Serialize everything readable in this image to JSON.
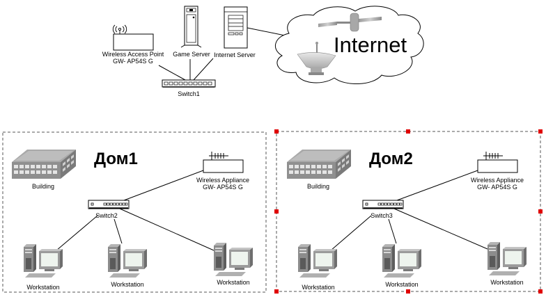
{
  "top_network": {
    "access_point": {
      "label_line1": "Wireless Access Point",
      "label_line2": "GW- AP54S G"
    },
    "game_server": {
      "label": "Game Server"
    },
    "internet_server": {
      "label": "Internet Server"
    },
    "switch": {
      "label": "Switch1"
    },
    "cloud": {
      "label": "Internet"
    }
  },
  "groups": [
    {
      "title": "Дом1",
      "selected": false,
      "building": {
        "label": "Building"
      },
      "appliance": {
        "label_line1": "Wireless Appliance",
        "label_line2": "GW- AP54S G"
      },
      "switch": {
        "label": "Switch2"
      },
      "workstations": [
        {
          "label": "Workstation"
        },
        {
          "label": "Workstation"
        },
        {
          "label": "Workstation"
        }
      ]
    },
    {
      "title": "Дом2",
      "selected": true,
      "building": {
        "label": "Building"
      },
      "appliance": {
        "label_line1": "Wireless Appliance",
        "label_line2": "GW- AP54S G"
      },
      "switch": {
        "label": "Switch3"
      },
      "workstations": [
        {
          "label": "Workstation"
        },
        {
          "label": "Workstation"
        },
        {
          "label": "Workstation"
        }
      ]
    }
  ],
  "colors": {
    "selection_handle": "#e00000",
    "border_dash": "#555555"
  }
}
